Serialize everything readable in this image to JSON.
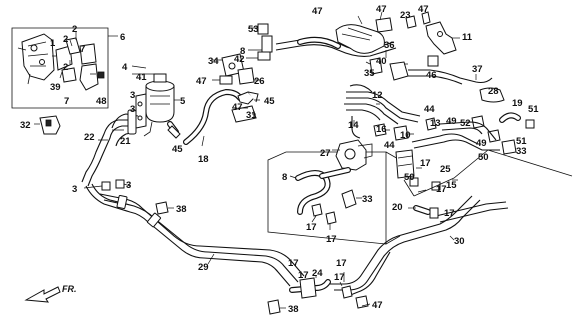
{
  "labels": {
    "n1": "1",
    "n2a": "2",
    "n2b": "2",
    "n2c": "2",
    "n3a": "3",
    "n3b": "3",
    "n3c": "3",
    "n3d": "3",
    "n4": "4",
    "n5": "5",
    "n6": "6",
    "n7": "7",
    "n8a": "8",
    "n8b": "8",
    "n10": "10",
    "n11": "11",
    "n12": "12",
    "n13": "13",
    "n14": "14",
    "n15": "15",
    "n16": "16",
    "n17a": "17",
    "n17b": "17",
    "n17c": "17",
    "n17d": "17",
    "n17e": "17",
    "n17f": "17",
    "n17g": "17",
    "n17h": "17",
    "n17i": "17",
    "n18": "18",
    "n19": "19",
    "n20": "20",
    "n21": "21",
    "n22": "22",
    "n23": "23",
    "n24": "24",
    "n25": "25",
    "n26": "26",
    "n27": "27",
    "n28": "28",
    "n29": "29",
    "n30": "30",
    "n31": "31",
    "n32": "32",
    "n33a": "33",
    "n33b": "33",
    "n34": "34",
    "n35": "35",
    "n36": "36",
    "n37": "37",
    "n38a": "38",
    "n38b": "38",
    "n39": "39",
    "n40": "40",
    "n41": "41",
    "n42": "42",
    "n44a": "44",
    "n44b": "44",
    "n45a": "45",
    "n45b": "45",
    "n46": "46",
    "n47a": "47",
    "n47b": "47",
    "n47c": "47",
    "n47d": "47",
    "n47e": "47",
    "n47f": "47",
    "n48": "48",
    "n49": "49",
    "n50a": "50",
    "n50b": "50",
    "n51a": "51",
    "n51b": "51",
    "n52": "52",
    "n53": "53",
    "fr": "FR."
  },
  "colors": {
    "line": "#111111",
    "background": "#ffffff"
  }
}
